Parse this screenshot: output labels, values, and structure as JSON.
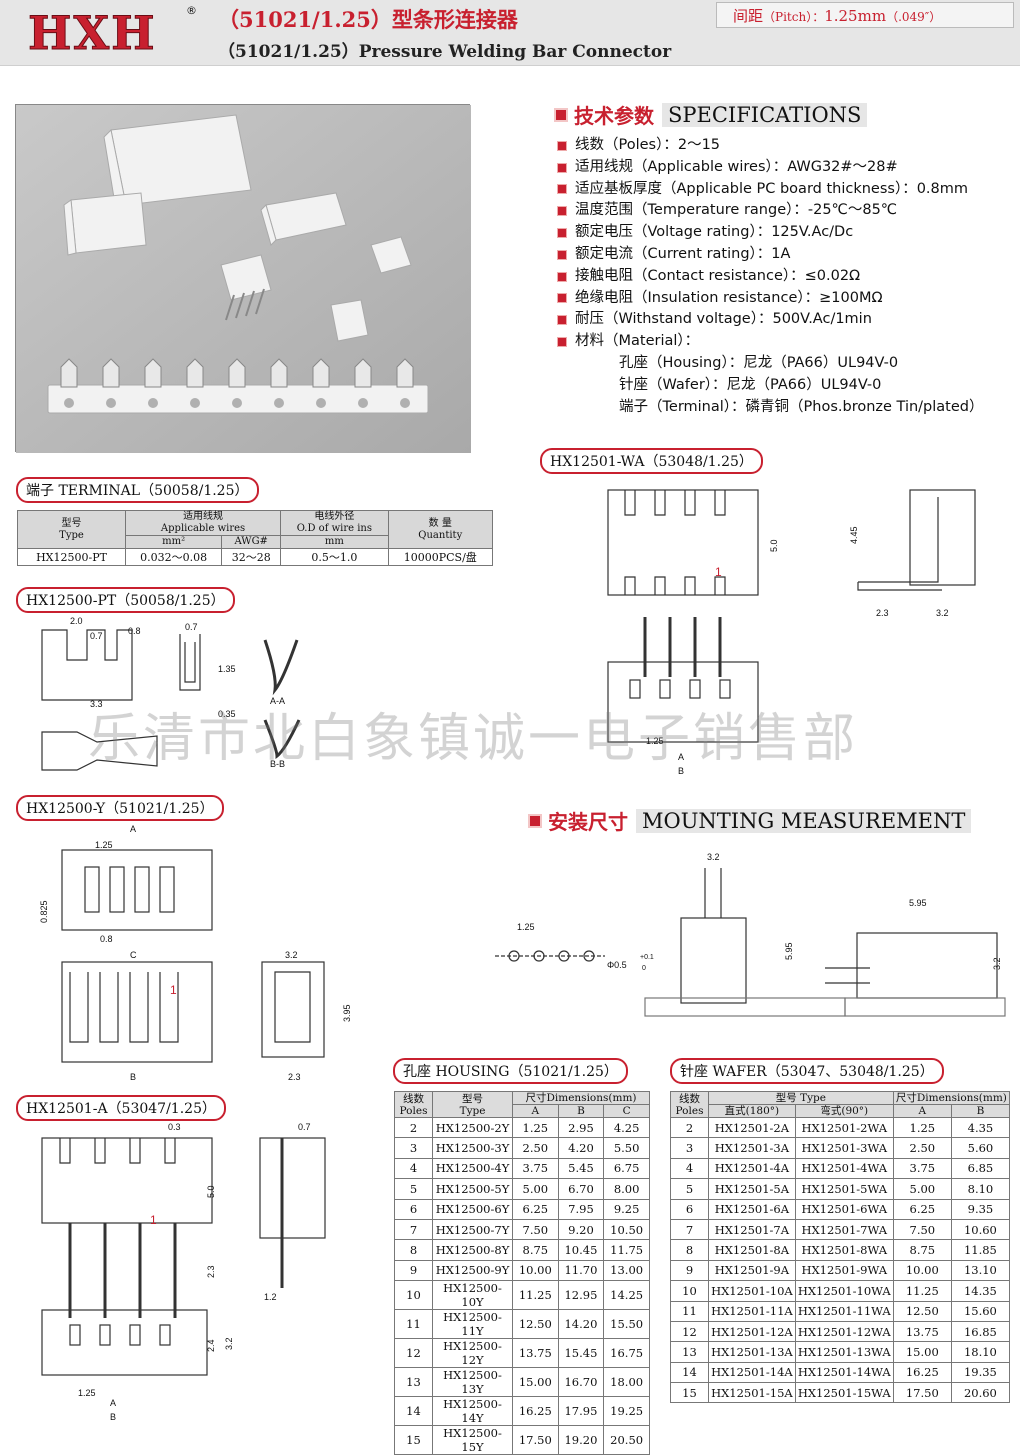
{
  "header": {
    "logo": "HXH",
    "reg": "®",
    "title_cn": "（51021/1.25）型条形连接器",
    "title_en": "（51021/1.25）Pressure Welding Bar Connector",
    "pitch_cn": "间距",
    "pitch_en": "（Pitch）：",
    "pitch_val": "1.25mm",
    "pitch_in": "（.049″）"
  },
  "specs": {
    "title_cn": "技术参数",
    "title_en": "SPECIFICATIONS",
    "items": [
      "线数（Poles）：2～15",
      "适用线规（Applicable wires）：AWG32#～28#",
      "适应基板厚度（Applicable PC board thickness）：0.8mm",
      "温度范围（Temperature range）：-25℃～85℃",
      "额定电压（Voltage rating）：125V.Ac/Dc",
      "额定电流（Current rating）：1A",
      "接触电阻（Contact resistance）：≤0.02Ω",
      "绝缘电阻（Insulation resistance）：≥100MΩ",
      "耐压（Withstand voltage）：500V.Ac/1min",
      "材料（Material）："
    ],
    "materials": [
      "孔座（Housing）：尼龙（PA66）UL94V-0",
      "针座（Wafer）：尼龙（PA66）UL94V-0",
      "端子（Terminal）：磷青铜（Phos.bronze Tin/plated）"
    ]
  },
  "labels": {
    "terminal": "端子 TERMINAL（50058/1.25）",
    "pt": "HX12500-PT（50058/1.25）",
    "y": "HX12500-Y（51021/1.25）",
    "a": "HX12501-A（53047/1.25）",
    "wa": "HX12501-WA（53048/1.25）",
    "housing": "孔座 HOUSING（51021/1.25）",
    "wafer": "针座 WAFER（53047、53048/1.25）"
  },
  "mounting": {
    "title_cn": "安装尺寸",
    "title_en": "MOUNTING MEASUREMENT"
  },
  "watermark": "乐清市北白象镇诚一电子销售部",
  "terminal_table": {
    "h": [
      "型号\nType",
      "适用线规\nApplicable wires",
      "mm²",
      "AWG#",
      "电线外径\nO.D of wire ins",
      "mm",
      "数  量\nQuantity"
    ],
    "row": [
      "HX12500-PT",
      "0.032～0.08",
      "32～28",
      "0.5～1.0",
      "10000PCS/盘"
    ]
  },
  "housing_table": {
    "h": [
      "线数\nPoles",
      "型号\nType",
      "尺寸Dimensions(mm)",
      "A",
      "B",
      "C"
    ],
    "rows": [
      [
        "2",
        "HX12500-2Y",
        "1.25",
        "2.95",
        "4.25"
      ],
      [
        "3",
        "HX12500-3Y",
        "2.50",
        "4.20",
        "5.50"
      ],
      [
        "4",
        "HX12500-4Y",
        "3.75",
        "5.45",
        "6.75"
      ],
      [
        "5",
        "HX12500-5Y",
        "5.00",
        "6.70",
        "8.00"
      ],
      [
        "6",
        "HX12500-6Y",
        "6.25",
        "7.95",
        "9.25"
      ],
      [
        "7",
        "HX12500-7Y",
        "7.50",
        "9.20",
        "10.50"
      ],
      [
        "8",
        "HX12500-8Y",
        "8.75",
        "10.45",
        "11.75"
      ],
      [
        "9",
        "HX12500-9Y",
        "10.00",
        "11.70",
        "13.00"
      ],
      [
        "10",
        "HX12500-10Y",
        "11.25",
        "12.95",
        "14.25"
      ],
      [
        "11",
        "HX12500-11Y",
        "12.50",
        "14.20",
        "15.50"
      ],
      [
        "12",
        "HX12500-12Y",
        "13.75",
        "15.45",
        "16.75"
      ],
      [
        "13",
        "HX12500-13Y",
        "15.00",
        "16.70",
        "18.00"
      ],
      [
        "14",
        "HX12500-14Y",
        "16.25",
        "17.95",
        "19.25"
      ],
      [
        "15",
        "HX12500-15Y",
        "17.50",
        "19.20",
        "20.50"
      ]
    ]
  },
  "wafer_table": {
    "h": [
      "线数\nPoles",
      "型号 Type",
      "尺寸Dimensions(mm)",
      "直式(180°)",
      "弯式(90°)",
      "A",
      "B"
    ],
    "rows": [
      [
        "2",
        "HX12501-2A",
        "HX12501-2WA",
        "1.25",
        "4.35"
      ],
      [
        "3",
        "HX12501-3A",
        "HX12501-3WA",
        "2.50",
        "5.60"
      ],
      [
        "4",
        "HX12501-4A",
        "HX12501-4WA",
        "3.75",
        "6.85"
      ],
      [
        "5",
        "HX12501-5A",
        "HX12501-5WA",
        "5.00",
        "8.10"
      ],
      [
        "6",
        "HX12501-6A",
        "HX12501-6WA",
        "6.25",
        "9.35"
      ],
      [
        "7",
        "HX12501-7A",
        "HX12501-7WA",
        "7.50",
        "10.60"
      ],
      [
        "8",
        "HX12501-8A",
        "HX12501-8WA",
        "8.75",
        "11.85"
      ],
      [
        "9",
        "HX12501-9A",
        "HX12501-9WA",
        "10.00",
        "13.10"
      ],
      [
        "10",
        "HX12501-10A",
        "HX12501-10WA",
        "11.25",
        "14.35"
      ],
      [
        "11",
        "HX12501-11A",
        "HX12501-11WA",
        "12.50",
        "15.60"
      ],
      [
        "12",
        "HX12501-12A",
        "HX12501-12WA",
        "13.75",
        "16.85"
      ],
      [
        "13",
        "HX12501-13A",
        "HX12501-13WA",
        "15.00",
        "18.10"
      ],
      [
        "14",
        "HX12501-14A",
        "HX12501-14WA",
        "16.25",
        "19.35"
      ],
      [
        "15",
        "HX12501-15A",
        "HX12501-15WA",
        "17.50",
        "20.60"
      ]
    ]
  },
  "dims": {
    "pt": [
      "2.0",
      "0.7",
      "0.8",
      "3.3",
      "0.7",
      "1.35",
      "0.35",
      "A-A",
      "B-B"
    ],
    "y": [
      "A",
      "1.25",
      "0.825",
      "0.8",
      "C",
      "B",
      "3.2",
      "3.95",
      "2.3",
      "1"
    ],
    "a": [
      "0.3",
      "5.0",
      "2.3",
      "2.4",
      "3.2",
      "1.25",
      "A",
      "B",
      "0.7",
      "1.2",
      "1"
    ],
    "wa": [
      "5.0",
      "4.45",
      "2.3",
      "3.2",
      "1.25",
      "A",
      "B",
      "1"
    ],
    "mount": [
      "3.2",
      "1.25",
      "Φ0.5",
      "5.95",
      "5.95",
      "3.2",
      "+0.1",
      "0"
    ]
  }
}
